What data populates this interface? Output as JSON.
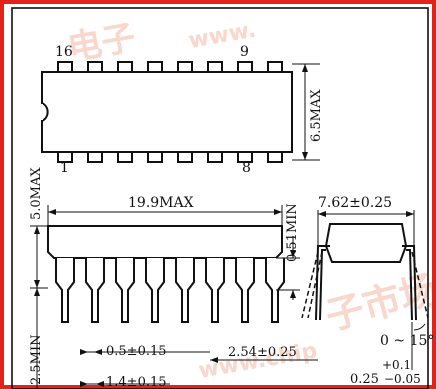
{
  "pins": {
    "count_per_side": 8,
    "top_left": "16",
    "top_right": "9",
    "bottom_left": "1",
    "bottom_right": "8"
  },
  "dimensions": {
    "body_width": "6.5MAX",
    "body_length": "19.9MAX",
    "height_max": "5.0MAX",
    "standoff_min": "0.51MIN",
    "lead_length_min": "2.5MIN",
    "lead_width": "0.5±0.15",
    "pitch": "2.54±0.25",
    "shoulder_width": "1.4±0.15",
    "row_spacing": "7.62±0.25",
    "lead_angle": "0 ~ 15°",
    "lead_thickness_nominal": "0.25",
    "lead_thickness_plus": "+0.1",
    "lead_thickness_minus": "−0.05"
  },
  "watermarks": [
    "www.",
    "www.chip"
  ],
  "colors": {
    "line": "#111111",
    "frame": "#e2231a",
    "background": "#ffffff",
    "watermark": "#f2a68f"
  }
}
